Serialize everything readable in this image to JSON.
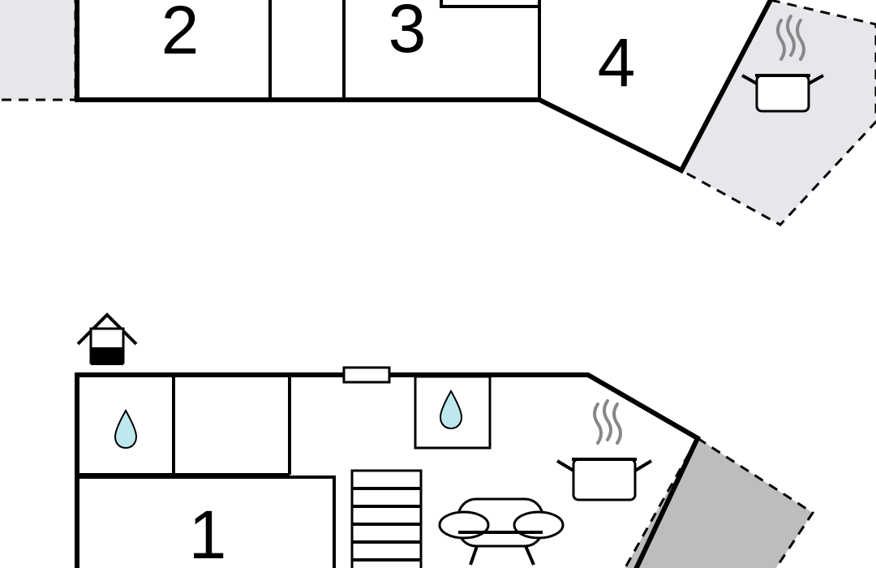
{
  "floor_plan": {
    "upper_floor": {
      "rooms": [
        {
          "label": "2"
        },
        {
          "label": "3"
        },
        {
          "label": "4"
        }
      ],
      "icons": [
        "kitchen-pot-icon"
      ]
    },
    "ground_floor": {
      "rooms": [
        {
          "label": "1"
        }
      ],
      "icons": [
        "well-icon",
        "water-drop-icon",
        "water-drop-icon",
        "kitchen-pot-icon",
        "sofa-icon",
        "staircase-icon"
      ]
    },
    "colors": {
      "wall": "#000000",
      "outdoor_area": "#e6e6eb",
      "terrace": "#bdbdbd",
      "water_drop": "#bde9ee",
      "steam": "#888888"
    }
  }
}
